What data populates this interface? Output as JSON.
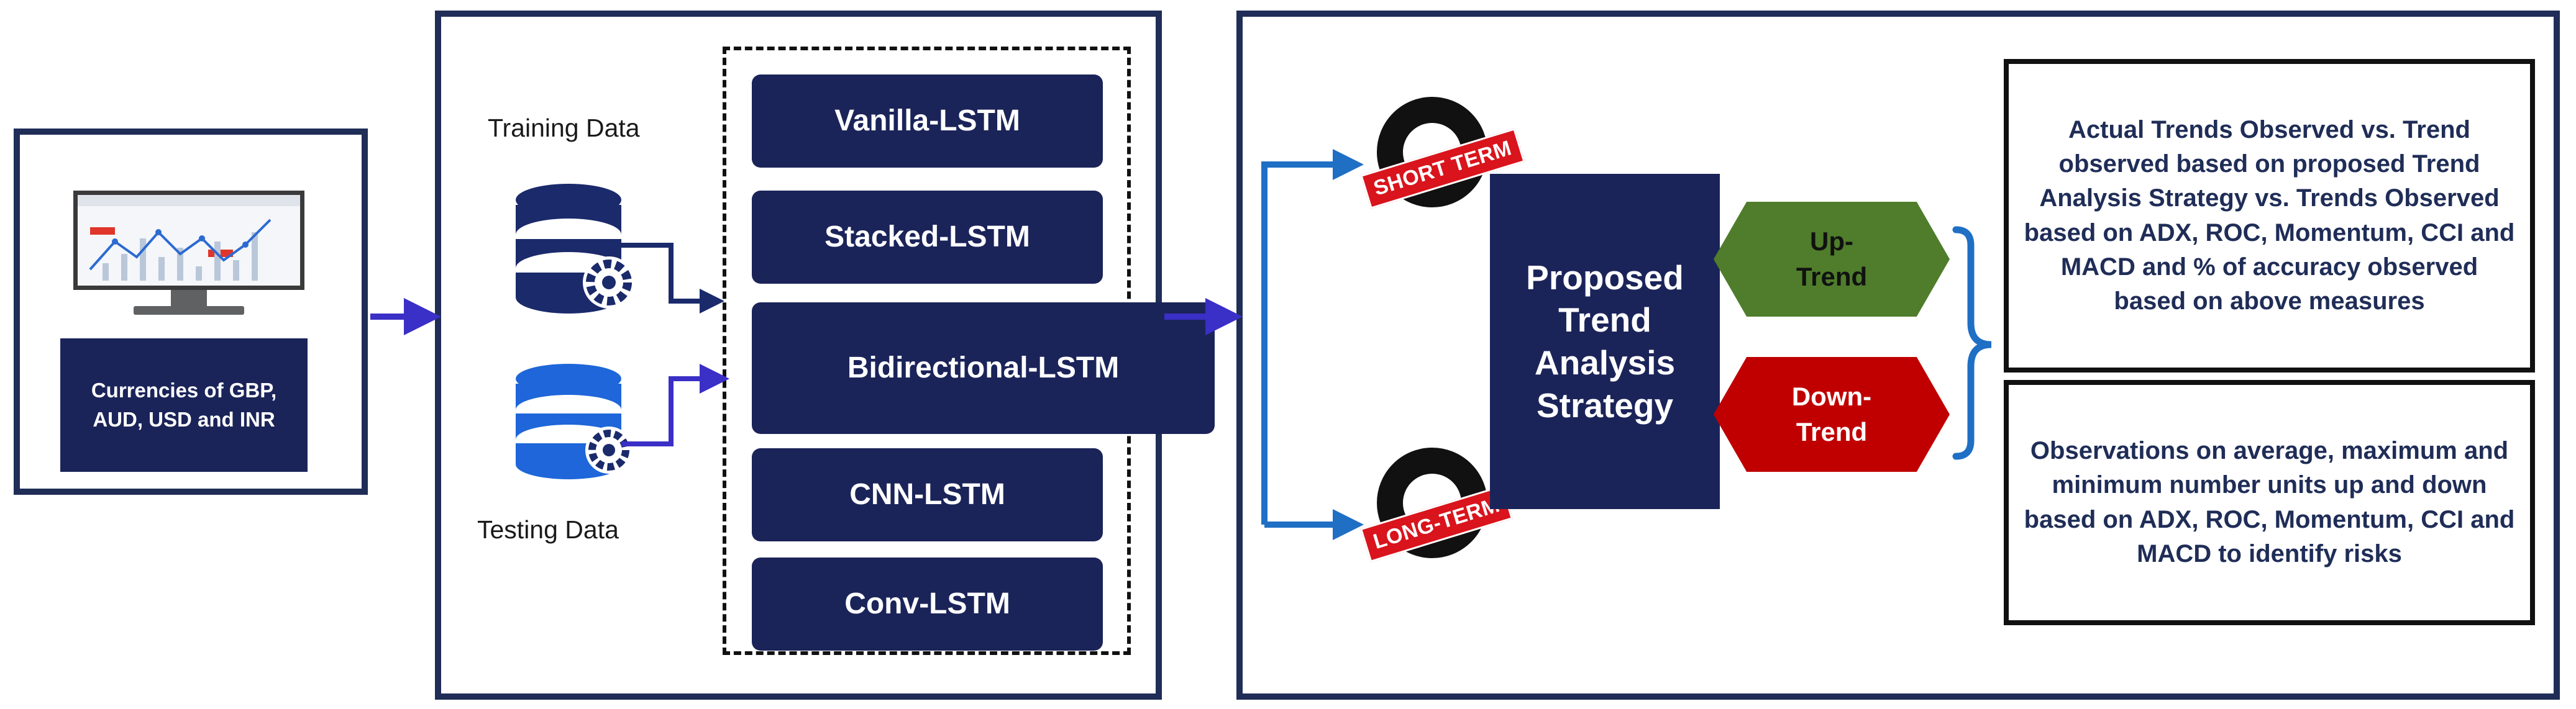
{
  "input_panel": {
    "currency_text": "Currencies of GBP, AUD, USD and INR"
  },
  "data_panel": {
    "training_label": "Training Data",
    "testing_label": "Testing Data"
  },
  "models": [
    "Vanilla-LSTM",
    "Stacked-LSTM",
    "Bidirectional-LSTM",
    "CNN-LSTM",
    "Conv-LSTM"
  ],
  "strategy_panel": {
    "short_term_tag": "SHORT TERM",
    "long_term_tag": "LONG-TERM",
    "strategy_label": "Proposed Trend Analysis Strategy",
    "up_trend": "Up-Trend",
    "down_trend": "Down-Trend",
    "results": [
      "Actual Trends Observed vs. Trend observed based on proposed Trend Analysis Strategy vs. Trends Observed based on ADX, ROC, Momentum, CCI and MACD and % of accuracy observed based on above measures",
      "Observations on average, maximum and minimum number units up and down based on ADX, ROC, Momentum, CCI and MACD to identify risks"
    ]
  },
  "colors": {
    "navy": "#1b2459",
    "frame": "#1f2d57",
    "arrow_purple": "#3a2fc6",
    "arrow_blue": "#1f6fc5",
    "up_green": "#4f7d2b",
    "down_red": "#c00000",
    "tag_red": "#d9141c"
  }
}
